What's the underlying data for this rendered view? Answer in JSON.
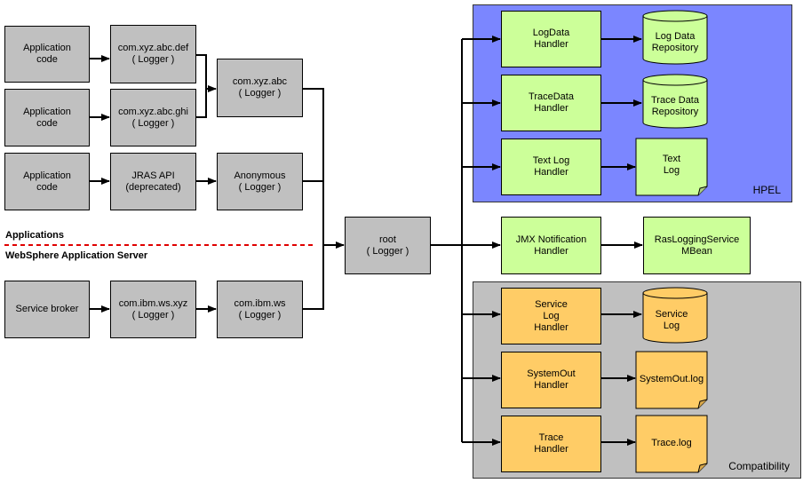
{
  "regions": {
    "hpel": "HPEL",
    "compat": "Compatibility"
  },
  "sections": {
    "applications": "Applications",
    "websphere": "WebSphere Application Server"
  },
  "boxes": {
    "app_code_1": "Application\ncode",
    "app_code_2": "Application\ncode",
    "app_code_3": "Application\ncode",
    "logger_def": "com.xyz.abc.def\n( Logger )",
    "logger_ghi": "com.xyz.abc.ghi\n( Logger )",
    "logger_abc": "com.xyz.abc\n( Logger )",
    "jras_api": "JRAS API\n(deprecated)",
    "anonymous": "Anonymous\n( Logger )",
    "service_broker": "Service broker",
    "logger_ibm_xyz": "com.ibm.ws.xyz\n( Logger )",
    "logger_ibm_ws": "com.ibm.ws\n( Logger )",
    "root": "root\n( Logger )",
    "logdata_handler": "LogData\nHandler",
    "tracedata_handler": "TraceData\nHandler",
    "textlog_handler": "Text Log\nHandler",
    "jmx_handler": "JMX Notification\nHandler",
    "service_log_handler": "Service\nLog\nHandler",
    "systemout_handler": "SystemOut\nHandler",
    "trace_handler": "Trace\nHandler",
    "mbean": "RasLoggingService\nMBean"
  },
  "stores": {
    "log_repo": [
      "Log Data",
      "Repository"
    ],
    "trace_repo": [
      "Trace Data",
      "Repository"
    ],
    "text_log": [
      "Text",
      "Log"
    ],
    "service_log": [
      "Service",
      "Log"
    ],
    "systemout_log": [
      "SystemOut.log"
    ],
    "trace_log": [
      "Trace.log"
    ]
  },
  "colors": {
    "logger_box": "#c0c0c0",
    "hpel_region": "#7b86ff",
    "compat_region": "#c0c0c0",
    "handler_green": "#ccff99",
    "handler_orange": "#ffcc66",
    "divider": "#e00000"
  }
}
